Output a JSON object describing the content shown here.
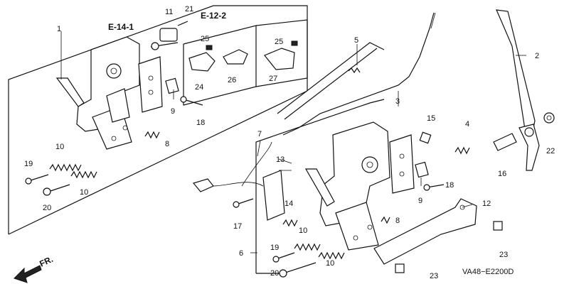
{
  "diagram": {
    "code": "VA48−E2200D",
    "front_label": "FR.",
    "refs": {
      "r1": "E-14-1",
      "r2": "E-12-2"
    },
    "parts": {
      "p1": "1",
      "p2": "2",
      "p3": "3",
      "p4": "4",
      "p5": "5",
      "p6": "6",
      "p7": "7",
      "p8a": "8",
      "p8b": "8",
      "p9a": "9",
      "p9b": "9",
      "p10a": "10",
      "p10b": "10",
      "p10c": "10",
      "p10d": "10",
      "p11": "11",
      "p12": "12",
      "p13": "13",
      "p14": "14",
      "p15": "15",
      "p16": "16",
      "p17": "17",
      "p18a": "18",
      "p18b": "18",
      "p19a": "19",
      "p19b": "19",
      "p20a": "20",
      "p20b": "20",
      "p21": "21",
      "p22": "22",
      "p23a": "23",
      "p23b": "23",
      "p24": "24",
      "p25a": "25",
      "p25b": "25",
      "p26": "26",
      "p27": "27"
    }
  }
}
